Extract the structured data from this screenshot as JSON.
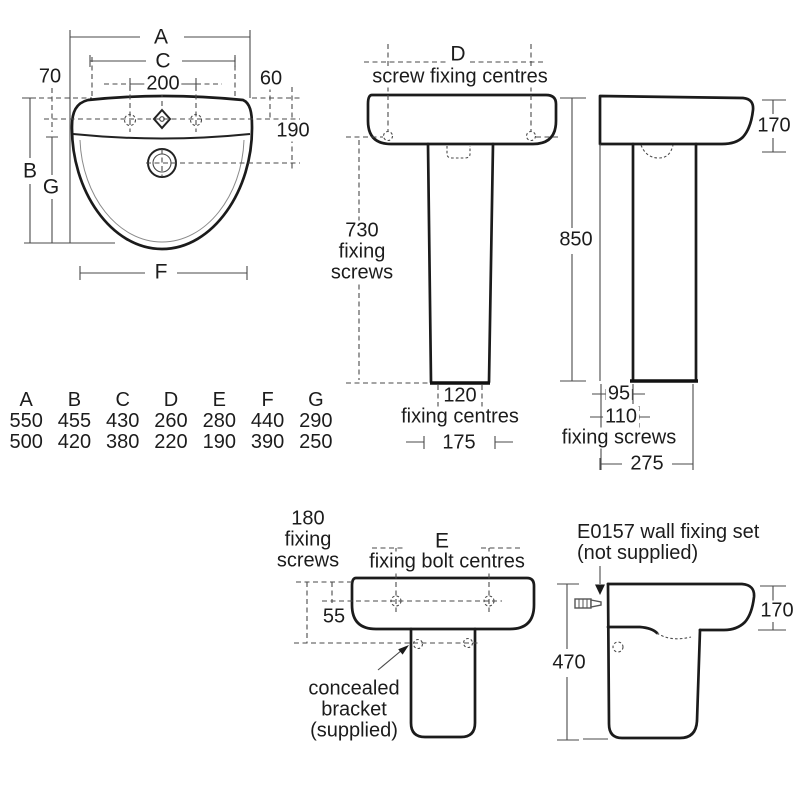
{
  "colors": {
    "ink": "#1c1c1c",
    "paper": "#ffffff"
  },
  "views": {
    "plan": {
      "dim_a": "A",
      "dim_c": "C",
      "dim_200": "200",
      "dim_70": "70",
      "dim_60": "60",
      "dim_190": "190",
      "dim_b": "B",
      "dim_g": "G",
      "dim_f": "F"
    },
    "front": {
      "dim_d": "D",
      "dim_d_caption": "screw fixing centres",
      "dim_730": "730\nfixing\nscrews",
      "dim_120": "120",
      "dim_120_caption": "fixing centres",
      "dim_175": "175"
    },
    "side": {
      "dim_170": "170",
      "dim_850": "850",
      "dim_95": "95",
      "dim_110": "110",
      "dim_110_caption": "fixing screws",
      "dim_275": "275"
    },
    "semi_front": {
      "dim_180": "180\nfixing\nscrews",
      "dim_e": "E",
      "dim_e_caption": "fixing bolt centres",
      "dim_55": "55",
      "bracket_note": "concealed\nbracket\n(supplied)"
    },
    "semi_side": {
      "fixing_set_note": "E0157 wall fixing set\n(not supplied)",
      "dim_470": "470",
      "dim_170": "170"
    }
  },
  "table": {
    "headers": [
      "A",
      "B",
      "C",
      "D",
      "E",
      "F",
      "G"
    ],
    "rows": [
      [
        "550",
        "455",
        "430",
        "260",
        "280",
        "440",
        "290"
      ],
      [
        "500",
        "420",
        "380",
        "220",
        "190",
        "390",
        "250"
      ]
    ]
  }
}
